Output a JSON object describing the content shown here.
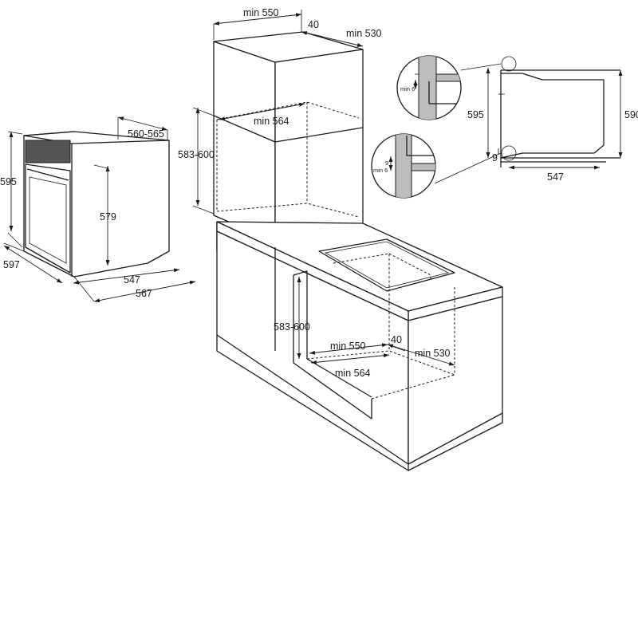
{
  "oven": {
    "height": "595",
    "depth_top": "560-565",
    "inner_height": "579",
    "width": "597",
    "depth": "547",
    "total_depth": "567"
  },
  "tall_unit": {
    "min_width": "min 550",
    "gap": "40",
    "min_depth": "min 530",
    "inner_width": "min 564",
    "niche_height": "583-600"
  },
  "base_unit": {
    "niche_height": "583-600",
    "min_width": "min 550",
    "gap": "40",
    "min_depth": "min 530",
    "inner_width": "min 564"
  },
  "detail": {
    "outer_height": "595",
    "inner_height": "590",
    "depth": "547",
    "top_gap": "min 6",
    "bottom_gap": "9",
    "bottom_min": "min 6"
  }
}
